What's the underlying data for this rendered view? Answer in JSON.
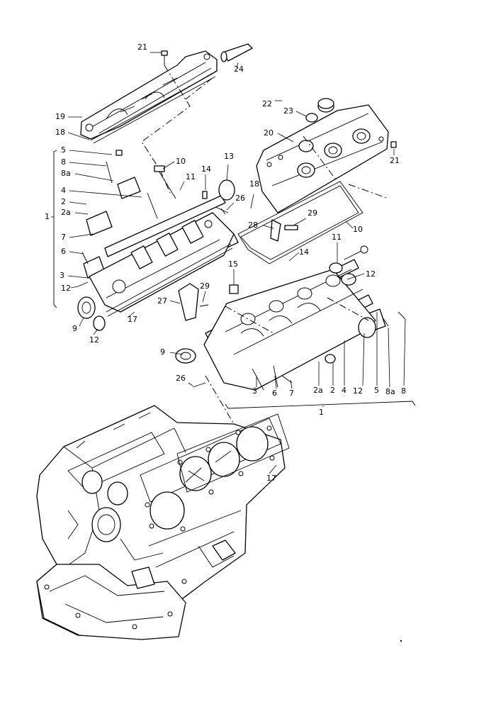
{
  "callouts": [
    {
      "id": "c21a",
      "text": "21"
    },
    {
      "id": "c24",
      "text": "24"
    },
    {
      "id": "c19",
      "text": "19"
    },
    {
      "id": "c18a",
      "text": "18"
    },
    {
      "id": "c22",
      "text": "22"
    },
    {
      "id": "c23",
      "text": "23"
    },
    {
      "id": "c20",
      "text": "20"
    },
    {
      "id": "c21b",
      "text": "21"
    },
    {
      "id": "c5a",
      "text": "5"
    },
    {
      "id": "c8a",
      "text": "8"
    },
    {
      "id": "c8aa",
      "text": "8a"
    },
    {
      "id": "c10a",
      "text": "10"
    },
    {
      "id": "c13",
      "text": "13"
    },
    {
      "id": "c4a",
      "text": "4"
    },
    {
      "id": "c11a",
      "text": "11"
    },
    {
      "id": "c14a",
      "text": "14"
    },
    {
      "id": "c26a",
      "text": "26"
    },
    {
      "id": "c18b",
      "text": "18"
    },
    {
      "id": "c2a",
      "text": "2"
    },
    {
      "id": "c2aa",
      "text": "2a"
    },
    {
      "id": "c1a",
      "text": "1"
    },
    {
      "id": "c29a",
      "text": "29"
    },
    {
      "id": "c28",
      "text": "28"
    },
    {
      "id": "c10b",
      "text": "10"
    },
    {
      "id": "c7a",
      "text": "7"
    },
    {
      "id": "c6a",
      "text": "6"
    },
    {
      "id": "c11b",
      "text": "11"
    },
    {
      "id": "c14b",
      "text": "14"
    },
    {
      "id": "c15",
      "text": "15"
    },
    {
      "id": "c12a",
      "text": "12"
    },
    {
      "id": "c3a",
      "text": "3"
    },
    {
      "id": "c12b",
      "text": "12"
    },
    {
      "id": "c29b",
      "text": "29"
    },
    {
      "id": "c27",
      "text": "27"
    },
    {
      "id": "c9a",
      "text": "9"
    },
    {
      "id": "c12c",
      "text": "12"
    },
    {
      "id": "c17a",
      "text": "17"
    },
    {
      "id": "c9b",
      "text": "9"
    },
    {
      "id": "c26b",
      "text": "26"
    },
    {
      "id": "c3b",
      "text": "3"
    },
    {
      "id": "c6b",
      "text": "6"
    },
    {
      "id": "c7b",
      "text": "7"
    },
    {
      "id": "c2ab",
      "text": "2a"
    },
    {
      "id": "c2b",
      "text": "2"
    },
    {
      "id": "c4b",
      "text": "4"
    },
    {
      "id": "c12d",
      "text": "12"
    },
    {
      "id": "c5b",
      "text": "5"
    },
    {
      "id": "c8ab",
      "text": "8a"
    },
    {
      "id": "c8b",
      "text": "8"
    },
    {
      "id": "c1b",
      "text": "1"
    },
    {
      "id": "c17b",
      "text": "17"
    }
  ]
}
